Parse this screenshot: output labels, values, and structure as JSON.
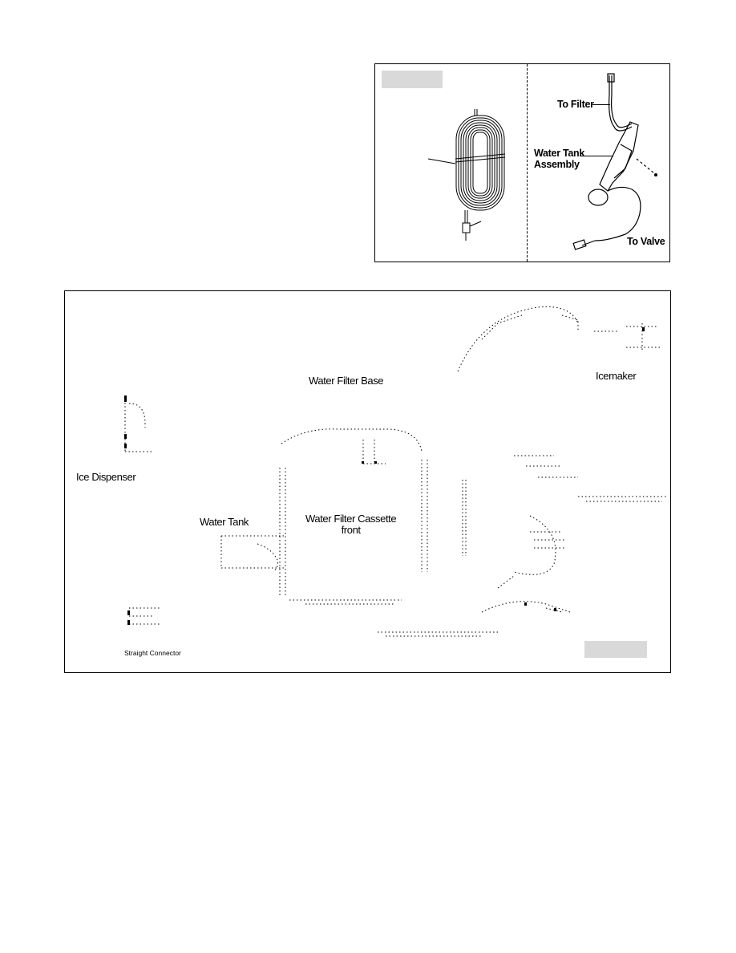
{
  "top_figure": {
    "labels": {
      "to_filter": "To Filter",
      "water_tank_assembly_line1": "Water Tank",
      "water_tank_assembly_line2": "Assembly",
      "to_valve": "To Valve"
    }
  },
  "bottom_figure": {
    "labels": {
      "water_filter_base": "Water Filter Base",
      "icemaker": "Icemaker",
      "ice_dispenser": "Ice Dispenser",
      "water_tank": "Water Tank",
      "water_filter_cassette_line1": "Water Filter Cassette",
      "water_filter_cassette_line2": "front",
      "straight_connector": "Straight Connector"
    }
  }
}
